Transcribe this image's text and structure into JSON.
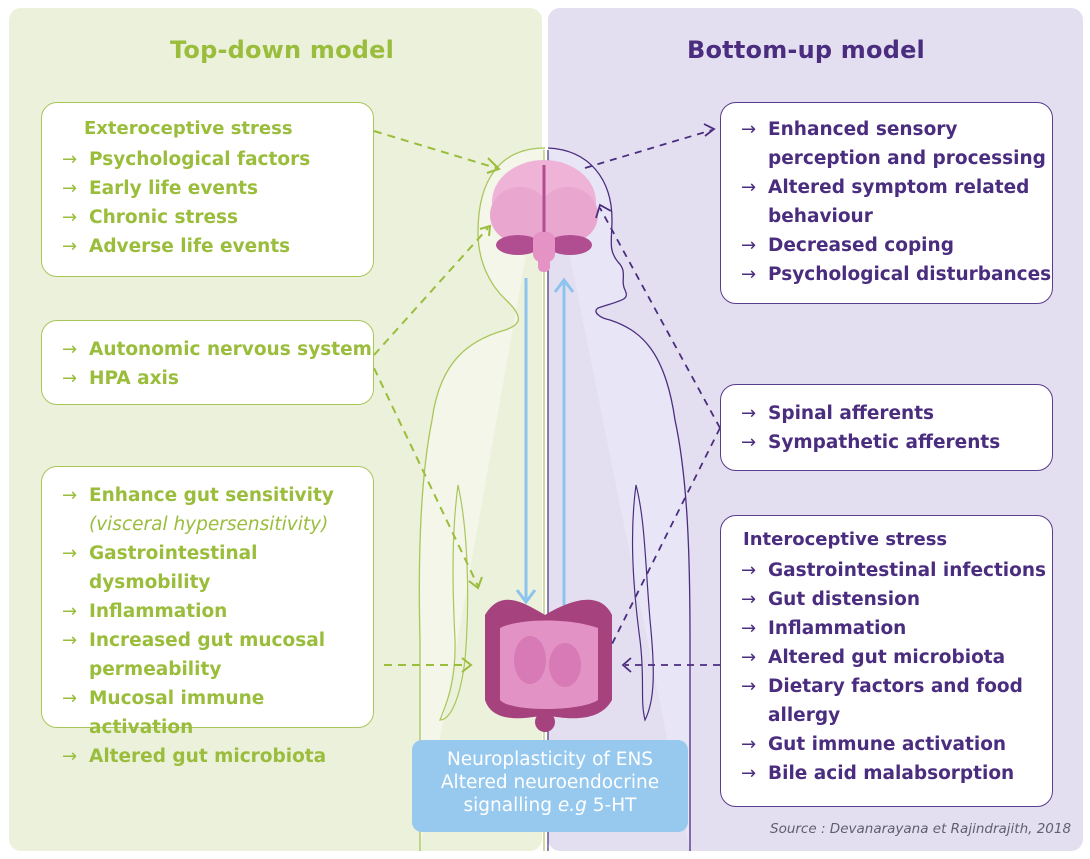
{
  "left": {
    "title": "Top-down model",
    "extero_box": {
      "heading": "Exteroceptive stress",
      "items": [
        "Psychological factors",
        "Early life events",
        "Chronic stress",
        "Adverse life events"
      ]
    },
    "ans_box": {
      "items": [
        "Autonomic nervous system",
        "HPA axis"
      ]
    },
    "gut_box": {
      "items": [
        {
          "text": "Enhance gut sensitivity",
          "sub": "(visceral hypersensitivity)"
        },
        {
          "text": "Gastrointestinal dysmobility"
        },
        {
          "text": "Inflammation"
        },
        {
          "text": "Increased gut mucosal\npermeability"
        },
        {
          "text": "Mucosal immune activation"
        },
        {
          "text": "Altered gut microbiota"
        }
      ]
    }
  },
  "right": {
    "title": "Bottom-up model",
    "sensory_box": {
      "items": [
        "Enhanced sensory\nperception and processing",
        "Altered symptom related\nbehaviour",
        "Decreased coping",
        "Psychological disturbances"
      ]
    },
    "afferents_box": {
      "items": [
        "Spinal afferents",
        "Sympathetic afferents"
      ]
    },
    "intero_box": {
      "heading": "Interoceptive stress",
      "items": [
        "Gastrointestinal infections",
        "Gut distension",
        "Inflammation",
        "Altered gut microbiota",
        "Dietary factors and food\nallergy",
        "Gut immune activation",
        "Bile acid malabsorption"
      ]
    }
  },
  "center": {
    "ens_lines": [
      "Neuroplasticity of ENS",
      "Altered neuroendocrine",
      "signalling"
    ],
    "ens_eg": "e.g",
    "ens_tail": " 5-HT",
    "brain_icon": "brain-icon",
    "gut_icon": "intestine-icon"
  },
  "arrow_glyph": "→",
  "source": "Source : Devanarayana et Rajindrajith, 2018",
  "colors": {
    "green": "#9abd3c",
    "purple": "#4b2d7f",
    "blue": "#8cc4ee",
    "left_bg": "#ecf1dc",
    "right_bg": "#e3dff0"
  }
}
